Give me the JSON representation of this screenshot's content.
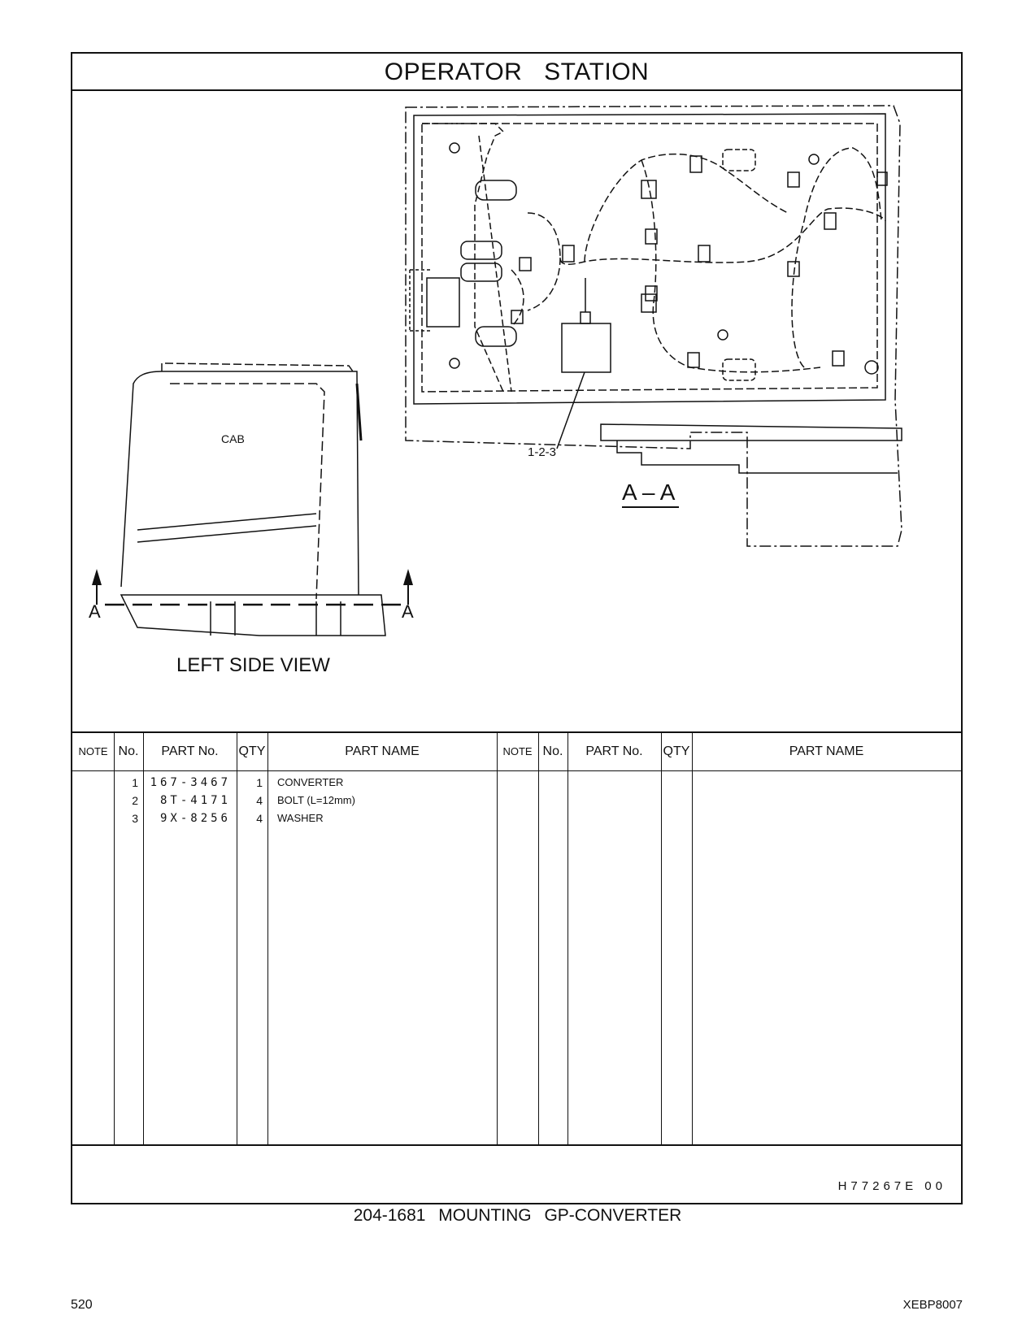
{
  "page": {
    "title": "OPERATOR   STATION",
    "views": {
      "left_side_label": "LEFT SIDE VIEW",
      "cab_label": "CAB",
      "section_label": "A – A",
      "section_marker_left": "A",
      "section_marker_right": "A",
      "callout": "1-2-3"
    },
    "table": {
      "headers": {
        "note": "NOTE",
        "no": "No.",
        "part_no": "PART No.",
        "qty": "QTY",
        "part_name": "PART NAME"
      },
      "rows": [
        {
          "no": "1",
          "part_no": "167-3467",
          "qty": "1",
          "name": "CONVERTER"
        },
        {
          "no": "2",
          "part_no": "8T-4171",
          "qty": "4",
          "name": "BOLT (L=12mm)"
        },
        {
          "no": "3",
          "part_no": "9X-8256",
          "qty": "4",
          "name": "WASHER"
        }
      ]
    },
    "illustration_code": "H77267E   00",
    "group_title": "204-1681   MOUNTING  GP-CONVERTER",
    "page_number": "520",
    "publication": "XEBP8007"
  }
}
